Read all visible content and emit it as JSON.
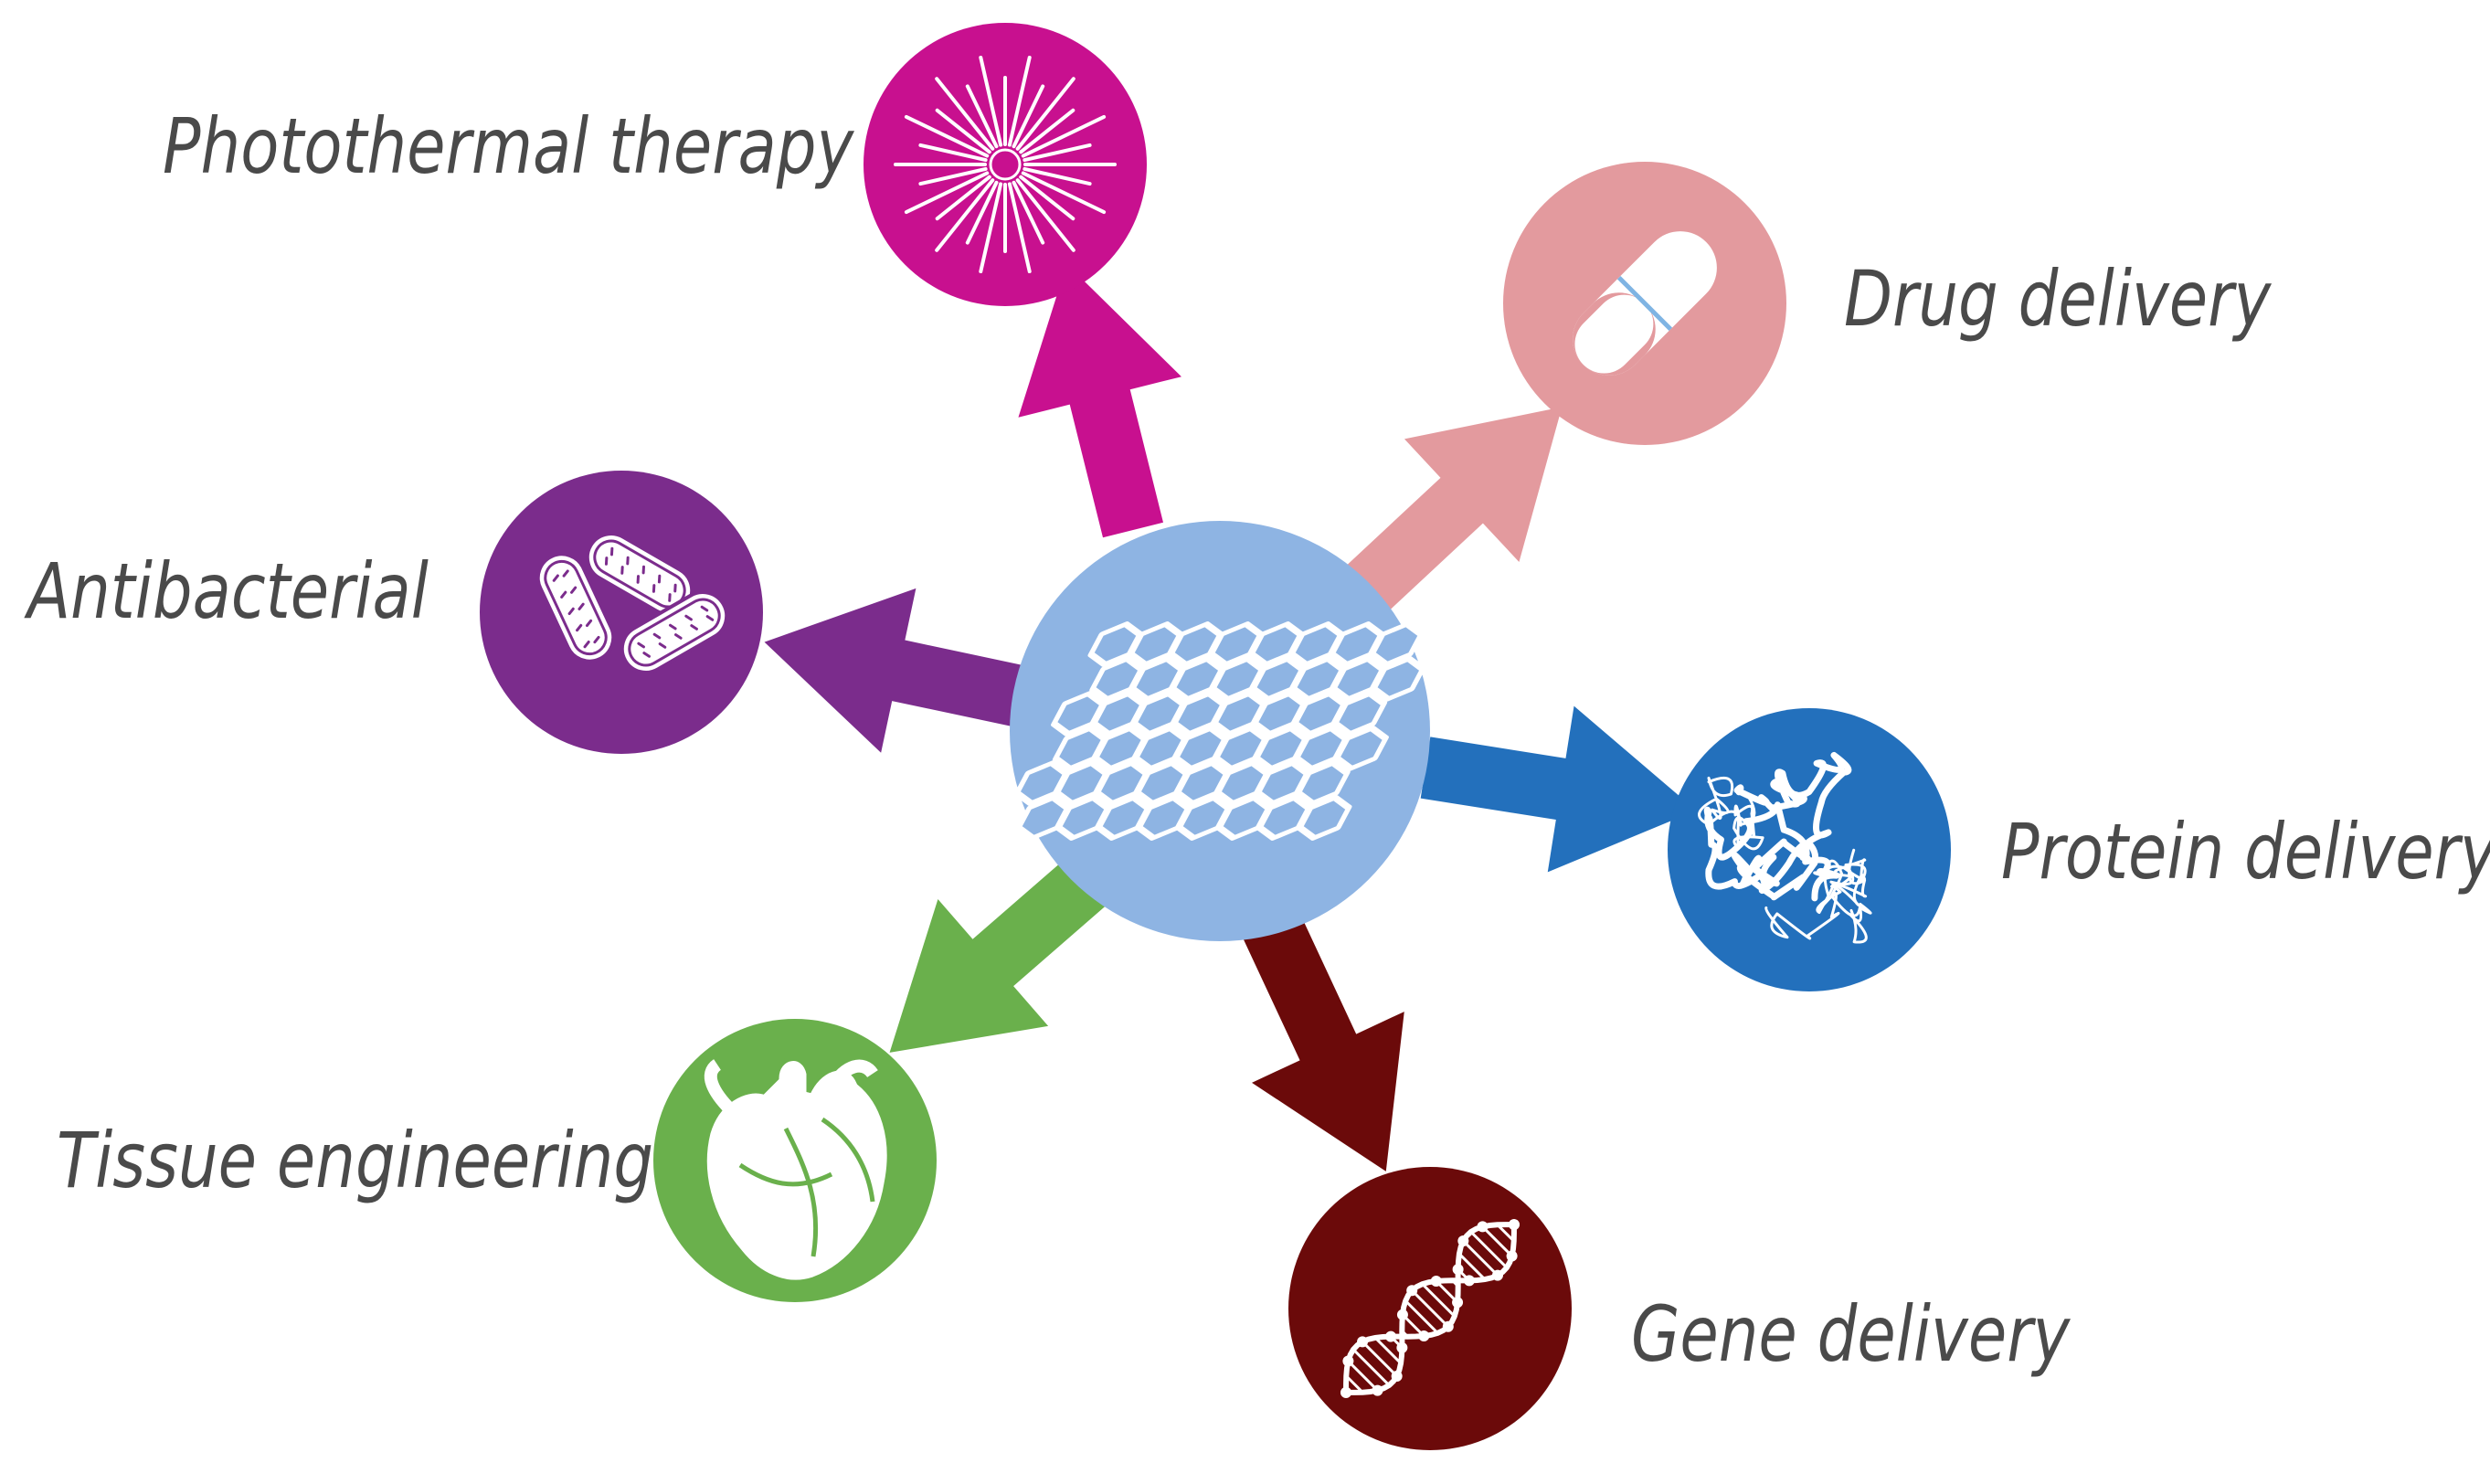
{
  "colors": {
    "center": "#8eb4e3",
    "photothermal": "#c8108f",
    "drug": "#e39a9e",
    "antibacterial": "#7b2c8c",
    "protein": "#2370bc",
    "tissue": "#6ab04c",
    "gene": "#6b0a0a",
    "label_text": "#4a4a4a"
  },
  "center": {
    "icon": "graphene-lattice-icon"
  },
  "applications": [
    {
      "id": "photothermal",
      "label": "Photothermal therapy",
      "icon": "starburst-icon"
    },
    {
      "id": "drug",
      "label": "Drug delivery",
      "icon": "capsule-pill-icon"
    },
    {
      "id": "antibacterial",
      "label": "Antibacterial",
      "icon": "bacteria-icon"
    },
    {
      "id": "protein",
      "label": "Protein delivery",
      "icon": "protein-structure-icon"
    },
    {
      "id": "tissue",
      "label": "Tissue engineering",
      "icon": "heart-organ-icon"
    },
    {
      "id": "gene",
      "label": "Gene delivery",
      "icon": "dna-helix-icon"
    }
  ]
}
